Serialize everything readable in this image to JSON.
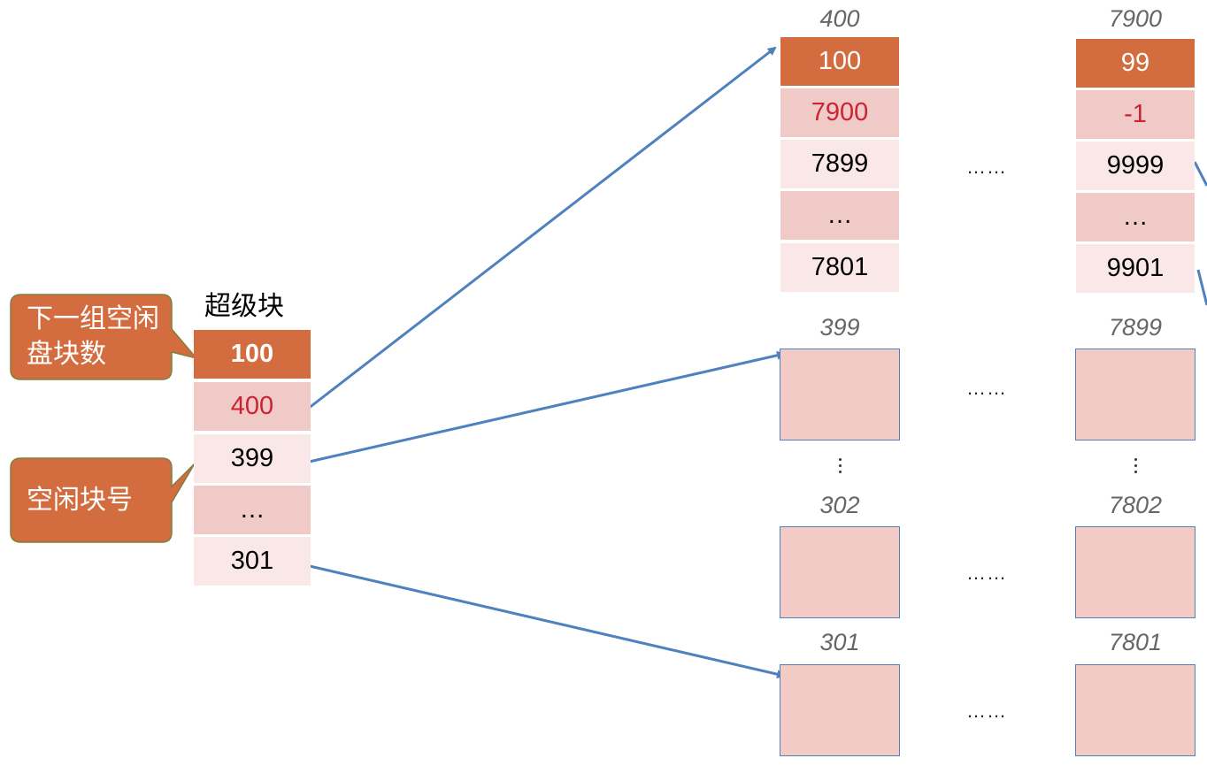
{
  "superblock": {
    "title": "超级块",
    "cells": [
      "100",
      "400",
      "399",
      "…",
      "301"
    ]
  },
  "callouts": {
    "next_group": "下一组空闲盘块数",
    "free_block_no": "空闲块号"
  },
  "group1": {
    "header_label": "400",
    "cells": [
      "100",
      "7900",
      "7899",
      "…",
      "7801"
    ],
    "blocks": [
      {
        "label": "399"
      },
      {
        "label": "302"
      },
      {
        "label": "301"
      }
    ]
  },
  "group2": {
    "header_label": "7900",
    "cells": [
      "99",
      "-1",
      "9999",
      "…",
      "9901"
    ],
    "blocks": [
      {
        "label": "7899"
      },
      {
        "label": "7802"
      },
      {
        "label": "7801"
      }
    ]
  },
  "ellipsis": "……"
}
